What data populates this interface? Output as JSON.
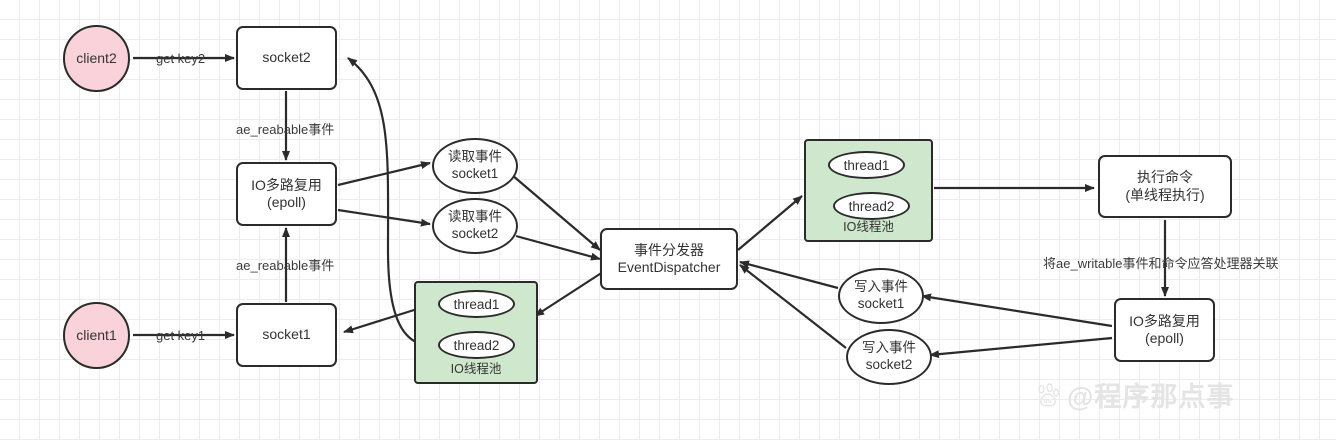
{
  "diagram": {
    "title": "Redis IO multiplexing event dispatch flow",
    "colors": {
      "client_fill": "#fad3da",
      "pool_fill": "#cfe7cd",
      "node_stroke": "#2b2b2b",
      "node_fill": "#ffffff",
      "grid_minor": "#ececec",
      "grid_major": "#dddddd",
      "text": "#333333",
      "watermark": "#e4e4e4"
    },
    "nodes": {
      "client2": "client2",
      "client1": "client1",
      "socket2": "socket2",
      "socket1": "socket1",
      "epoll_left_line1": "IO多路复用",
      "epoll_left_line2": "(epoll)",
      "epoll_right_line1": "IO多路复用",
      "epoll_right_line2": "(epoll)",
      "read_event1_line1": "读取事件",
      "read_event1_line2": "socket1",
      "read_event2_line1": "读取事件",
      "read_event2_line2": "socket2",
      "dispatcher_line1": "事件分发器",
      "dispatcher_line2": "EventDispatcher",
      "write_event1_line1": "写入事件",
      "write_event1_line2": "socket1",
      "write_event2_line1": "写入事件",
      "write_event2_line2": "socket2",
      "exec_cmd_line1": "执行命令",
      "exec_cmd_line2": "(单线程执行)",
      "pool_left_label": "IO线程池",
      "pool_left_thread1": "thread1",
      "pool_left_thread2": "thread2",
      "pool_right_label": "IO线程池",
      "pool_right_thread1": "thread1",
      "pool_right_thread2": "thread2"
    },
    "edge_labels": {
      "get_key2": "get key2",
      "get_key1": "get key1",
      "ae_readable_top": "ae_reabable事件",
      "ae_readable_bottom": "ae_reabable事件",
      "associate_writable": "将ae_writable事件和命令应答处理器关联"
    },
    "watermark": {
      "text": "@程序那点事",
      "logo": "baidu-paw-icon"
    }
  }
}
